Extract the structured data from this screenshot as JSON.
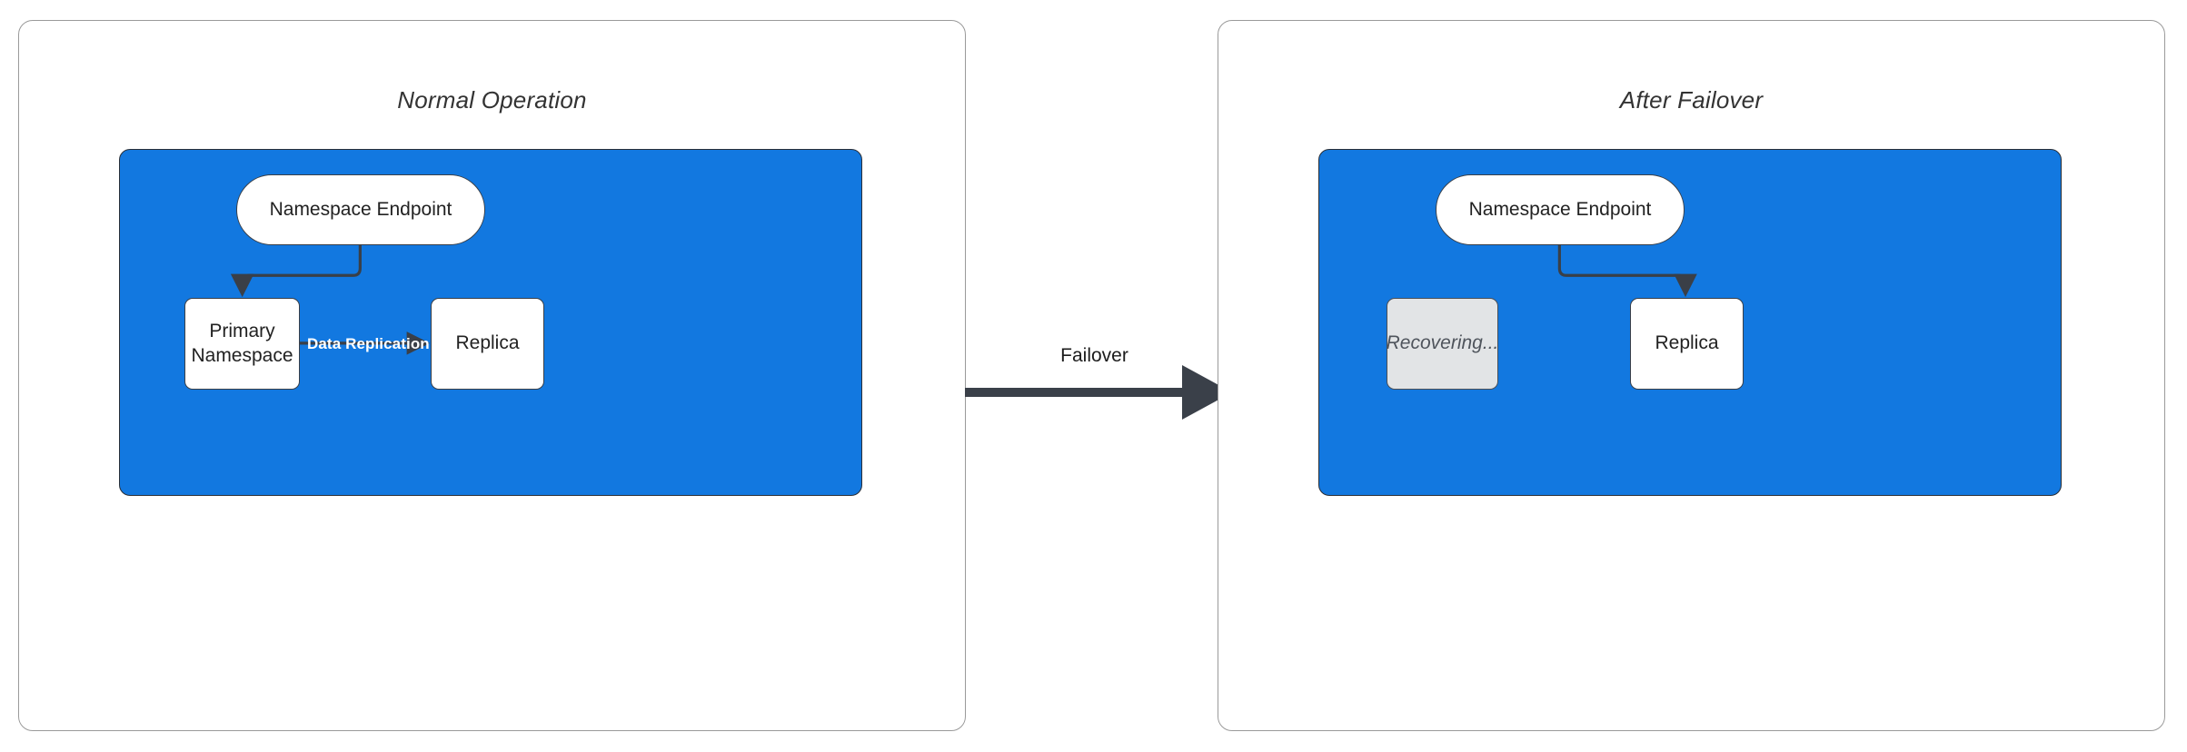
{
  "diagram": {
    "title_left": "Normal Operation",
    "title_right": "After Failover",
    "transition_label": "Failover",
    "colors": {
      "region_blue": "#1278E0",
      "node_white": "#FFFFFF",
      "node_disabled_gray": "#E2E4E6",
      "stroke_dark": "#3A3F47",
      "panel_border": "#9A9A9A",
      "edge_label_white": "#FFFFFF",
      "title_text": "#333333"
    },
    "panels": [
      {
        "id": "normal-operation",
        "title": "Normal Operation",
        "nodes": [
          {
            "id": "endpoint",
            "label": "Namespace Endpoint",
            "shape": "stadium",
            "state": "active"
          },
          {
            "id": "primary",
            "label": "Primary\nNamespace",
            "line1": "Primary",
            "line2": "Namespace",
            "shape": "rect",
            "state": "active"
          },
          {
            "id": "replica",
            "label": "Replica",
            "shape": "rect",
            "state": "active"
          }
        ],
        "edges": [
          {
            "from": "endpoint",
            "to": "primary",
            "label": "",
            "style": "elbow-arrow"
          },
          {
            "from": "primary",
            "to": "replica",
            "label": "Data Replication",
            "style": "straight-arrow"
          }
        ]
      },
      {
        "id": "after-failover",
        "title": "After Failover",
        "nodes": [
          {
            "id": "endpoint",
            "label": "Namespace Endpoint",
            "shape": "stadium",
            "state": "active"
          },
          {
            "id": "recovering",
            "label": "Recovering...",
            "shape": "rect",
            "state": "disabled"
          },
          {
            "id": "replica",
            "label": "Replica",
            "shape": "rect",
            "state": "active"
          }
        ],
        "edges": [
          {
            "from": "endpoint",
            "to": "replica",
            "label": "",
            "style": "elbow-arrow"
          }
        ]
      }
    ]
  }
}
